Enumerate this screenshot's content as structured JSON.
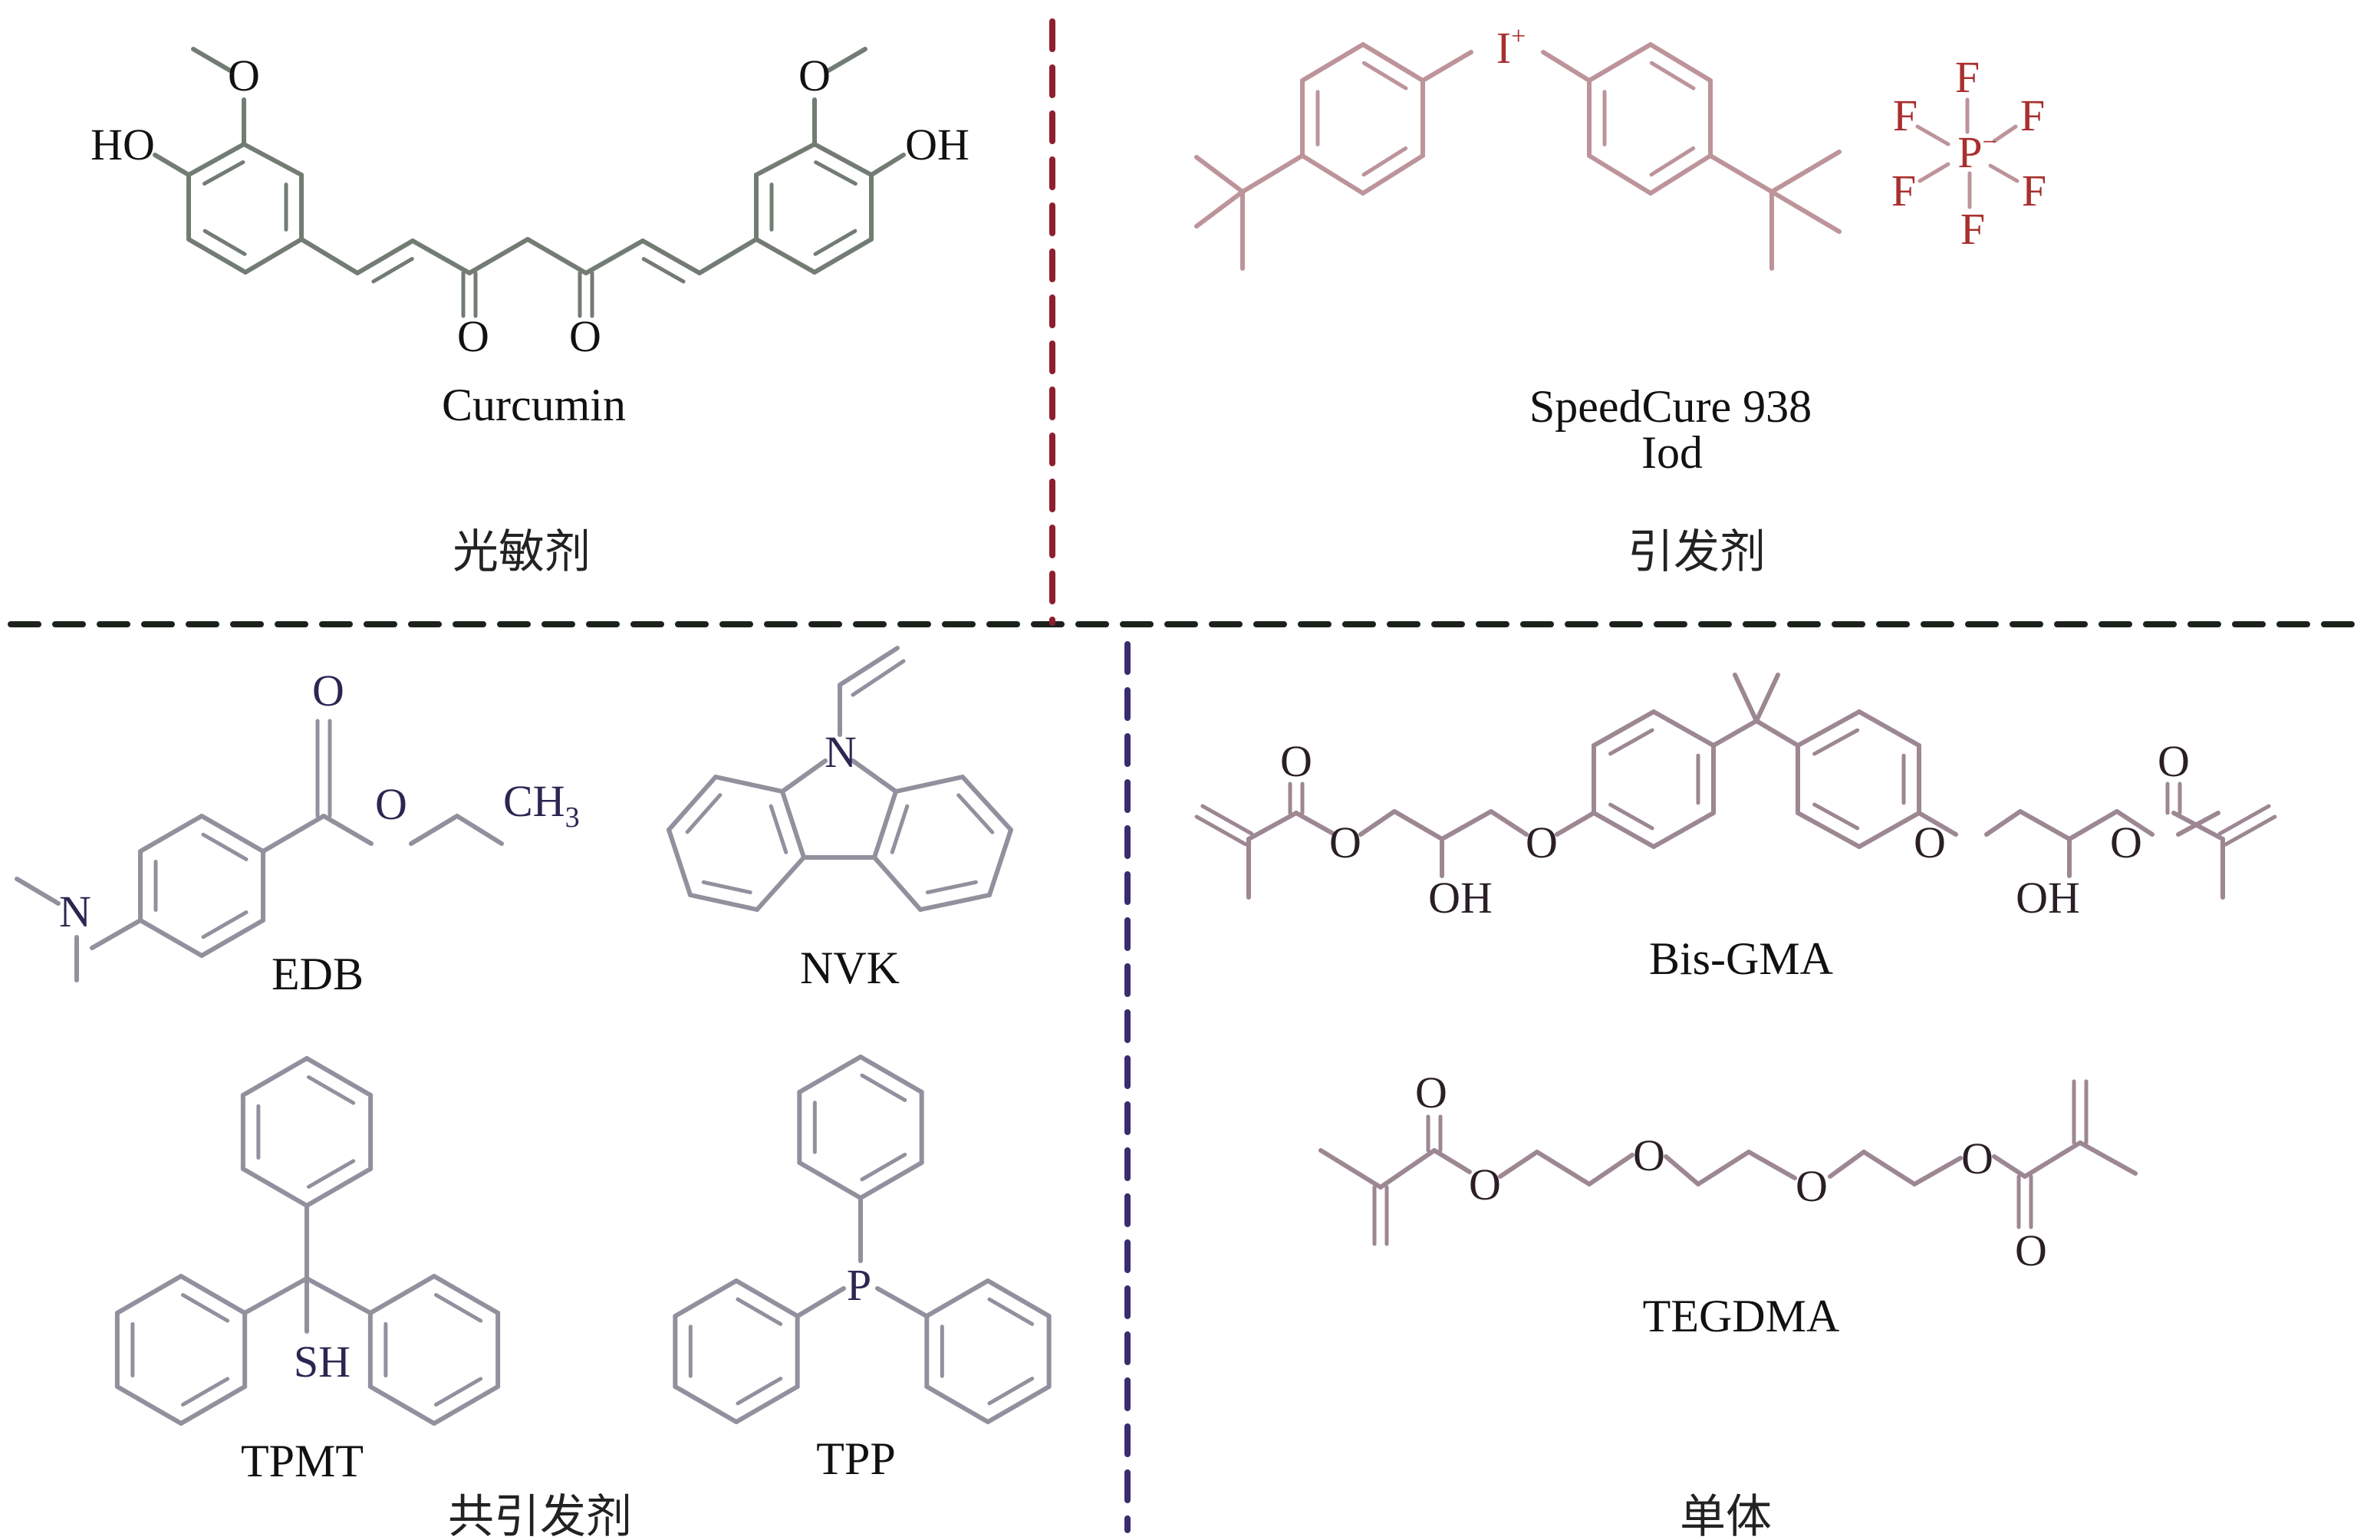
{
  "figure": {
    "panels": [
      {
        "id": "photosensitizer",
        "category": "光敏剂",
        "compounds": [
          {
            "name": "Curcumin",
            "atoms": [
              "HO",
              "O",
              "O",
              "O",
              "O",
              "OH"
            ]
          }
        ]
      },
      {
        "id": "initiator",
        "category": "引发剂",
        "compounds": [
          {
            "name": "SpeedCure 938",
            "alias": "Iod",
            "cation": "I",
            "cation_charge": "+",
            "anion_center": "P",
            "anion_charge": "−",
            "ligand": "F"
          }
        ]
      },
      {
        "id": "coinitiator",
        "category": "共引发剂",
        "compounds": [
          {
            "name": "EDB",
            "atoms": [
              "O",
              "O",
              "CH",
              "N"
            ],
            "subscript": "3"
          },
          {
            "name": "NVK",
            "atoms": [
              "N"
            ]
          },
          {
            "name": "TPMT",
            "atoms": [
              "SH"
            ]
          },
          {
            "name": "TPP",
            "atoms": [
              "P"
            ]
          }
        ]
      },
      {
        "id": "monomer",
        "category": "单体",
        "compounds": [
          {
            "name": "Bis-GMA",
            "atoms": [
              "O",
              "O",
              "O",
              "OH",
              "O",
              "O",
              "O",
              "OH"
            ]
          },
          {
            "name": "TEGDMA",
            "atoms": [
              "O",
              "O",
              "O",
              "O",
              "O",
              "O"
            ]
          }
        ]
      }
    ],
    "colors": {
      "divider_horizontal": "#1b221b",
      "divider_initiator": "#8e1f2e",
      "divider_monomer": "#3b2c6e",
      "curcumin_bond": "#727c73",
      "curcumin_label": "#111111",
      "iod_bond": "#bc949a",
      "iod_label": "#a8302f",
      "coinit_bond": "#93909e",
      "coinit_label": "#2e2552",
      "monomer_bond": "#9c8792",
      "monomer_label": "#2a1e27"
    }
  }
}
